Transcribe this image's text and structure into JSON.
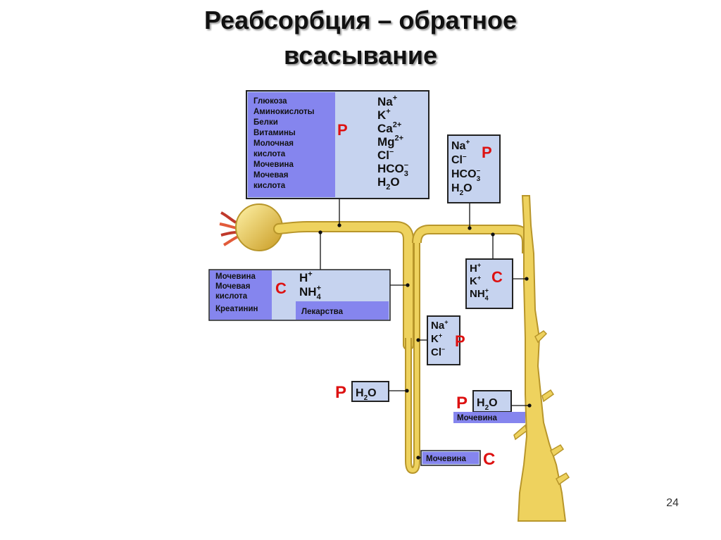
{
  "title": {
    "line1": "Реабсорбция – обратное",
    "line2": "всасывание"
  },
  "page_number": "24",
  "colors": {
    "tubule": "#e8c84a",
    "tubule_dark": "#b8962a",
    "panel": "#c6d3ef",
    "panel_accent": "#8585ee",
    "letter": "#dd1111"
  },
  "box_proximal": {
    "organic": [
      "Глюкоза",
      "Аминокислоты",
      "Белки",
      "Витамины",
      "Молочная",
      "кислота",
      "Мочевина",
      "Мочевая",
      "кислота"
    ],
    "letter": "Р",
    "ions": [
      {
        "b": "Na",
        "s": "+",
        "u": ""
      },
      {
        "b": "K",
        "s": "+",
        "u": ""
      },
      {
        "b": "Ca",
        "s": "2+",
        "u": ""
      },
      {
        "b": "Mg",
        "s": "2+",
        "u": ""
      },
      {
        "b": "Cl",
        "s": "–",
        "u": ""
      },
      {
        "b": "HCO",
        "s": "–",
        "u": "3"
      },
      {
        "b": "H",
        "s": "",
        "u": "2",
        "t": "O"
      }
    ]
  },
  "box_distal_top": {
    "letter": "Р",
    "ions": [
      {
        "b": "Na",
        "s": "+",
        "u": ""
      },
      {
        "b": "Cl",
        "s": "–",
        "u": ""
      },
      {
        "b": "HCO",
        "s": "–",
        "u": "3"
      },
      {
        "b": "H",
        "s": "",
        "u": "2",
        "t": "O"
      }
    ]
  },
  "box_secretion_left": {
    "organic": [
      "Мочевина",
      "Мочевая",
      "кислота",
      "Креатинин"
    ],
    "letter": "С",
    "ions": [
      {
        "b": "H",
        "s": "+",
        "u": ""
      },
      {
        "b": "NH",
        "s": "+",
        "u": "4"
      }
    ],
    "drugs": "Лекарства"
  },
  "box_secretion_right": {
    "letter": "С",
    "ions": [
      {
        "b": "H",
        "s": "+",
        "u": ""
      },
      {
        "b": "K",
        "s": "+",
        "u": ""
      },
      {
        "b": "NH",
        "s": "+",
        "u": "4"
      }
    ]
  },
  "box_loop_ions": {
    "letter": "Р",
    "ions": [
      {
        "b": "Na",
        "s": "+",
        "u": ""
      },
      {
        "b": "K",
        "s": "+",
        "u": ""
      },
      {
        "b": "Cl",
        "s": "–",
        "u": ""
      }
    ]
  },
  "box_loop_water": {
    "letter": "Р",
    "ion": {
      "b": "H",
      "s": "",
      "u": "2",
      "t": "O"
    }
  },
  "box_duct_water": {
    "letter": "Р",
    "ion": {
      "b": "H",
      "s": "",
      "u": "2",
      "t": "O"
    },
    "urea": "Мочевина"
  },
  "box_loop_urea": {
    "urea": "Мочевина",
    "letter": "С"
  }
}
